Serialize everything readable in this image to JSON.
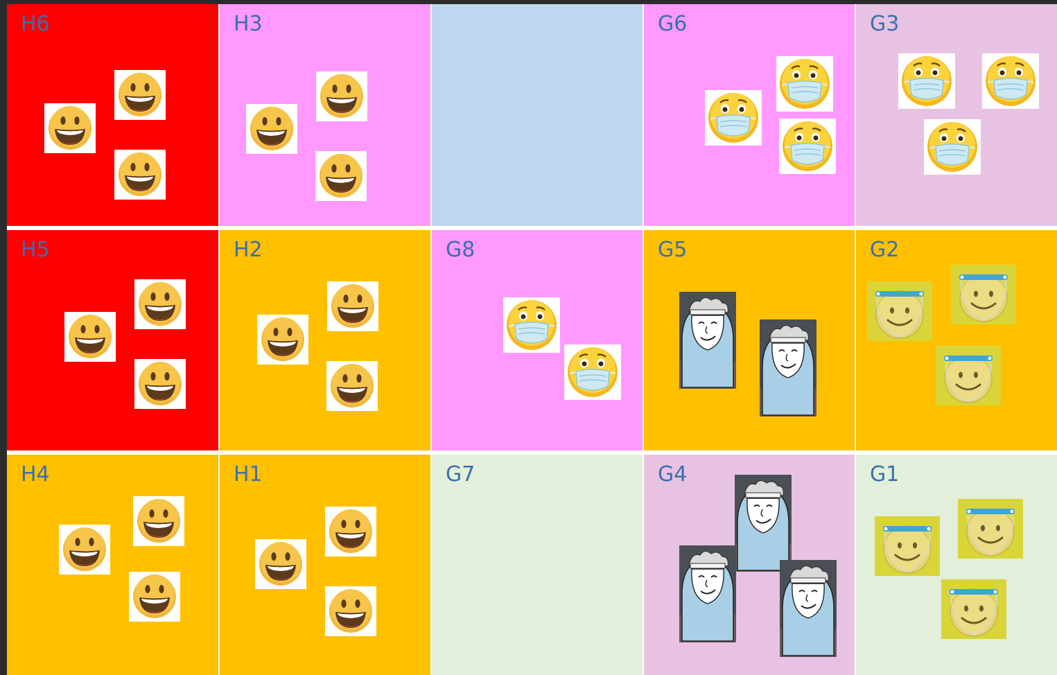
{
  "colors": {
    "red": "#ff0000",
    "pink": "#ff99ff",
    "light_blue": "#bdd7ee",
    "light_pink": "#e8c2e2",
    "orange": "#ffc000",
    "light_green": "#e2efda",
    "label": "#3a6fb0"
  },
  "grid": [
    {
      "label": "H6",
      "color": "red",
      "tokens": [
        "smiley",
        "smiley",
        "smiley"
      ]
    },
    {
      "label": "H3",
      "color": "pink",
      "tokens": [
        "smiley",
        "smiley",
        "smiley"
      ]
    },
    {
      "label": "",
      "color": "light_blue",
      "tokens": []
    },
    {
      "label": "G6",
      "color": "pink",
      "tokens": [
        "mask",
        "mask",
        "mask"
      ]
    },
    {
      "label": "G3",
      "color": "light_pink",
      "tokens": [
        "mask",
        "mask",
        "mask"
      ]
    },
    {
      "label": "H5",
      "color": "red",
      "tokens": [
        "smiley",
        "smiley",
        "smiley"
      ]
    },
    {
      "label": "H2",
      "color": "orange",
      "tokens": [
        "smiley",
        "smiley",
        "smiley"
      ]
    },
    {
      "label": "G8",
      "color": "pink",
      "tokens": [
        "mask",
        "mask"
      ]
    },
    {
      "label": "G5",
      "color": "orange",
      "tokens": [
        "face-shield-person",
        "face-shield-person"
      ]
    },
    {
      "label": "G2",
      "color": "orange",
      "tokens": [
        "shield-smiley",
        "shield-smiley",
        "shield-smiley"
      ]
    },
    {
      "label": "H4",
      "color": "orange",
      "tokens": [
        "smiley",
        "smiley",
        "smiley"
      ]
    },
    {
      "label": "H1",
      "color": "orange",
      "tokens": [
        "smiley",
        "smiley",
        "smiley"
      ]
    },
    {
      "label": "G7",
      "color": "light_green",
      "tokens": []
    },
    {
      "label": "G4",
      "color": "light_pink",
      "tokens": [
        "face-shield-person",
        "face-shield-person",
        "face-shield-person"
      ]
    },
    {
      "label": "G1",
      "color": "light_green",
      "tokens": [
        "shield-smiley",
        "shield-smiley",
        "shield-smiley"
      ]
    }
  ]
}
